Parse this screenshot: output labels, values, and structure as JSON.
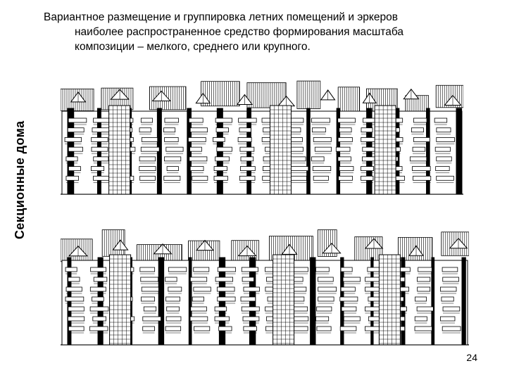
{
  "slide": {
    "title_line1": "Вариантное размещение и группировка летних помещений и эркеров",
    "title_line2": "наиболее распространенное средство формирования масштаба",
    "title_line3": "композиции – мелкого, среднего или крупного.",
    "side_label": "Секционные дома",
    "page_number": "24"
  },
  "colors": {
    "ink": "#000000",
    "background": "#ffffff"
  },
  "illustrations": [
    "facade-elevation-1",
    "facade-elevation-2"
  ]
}
